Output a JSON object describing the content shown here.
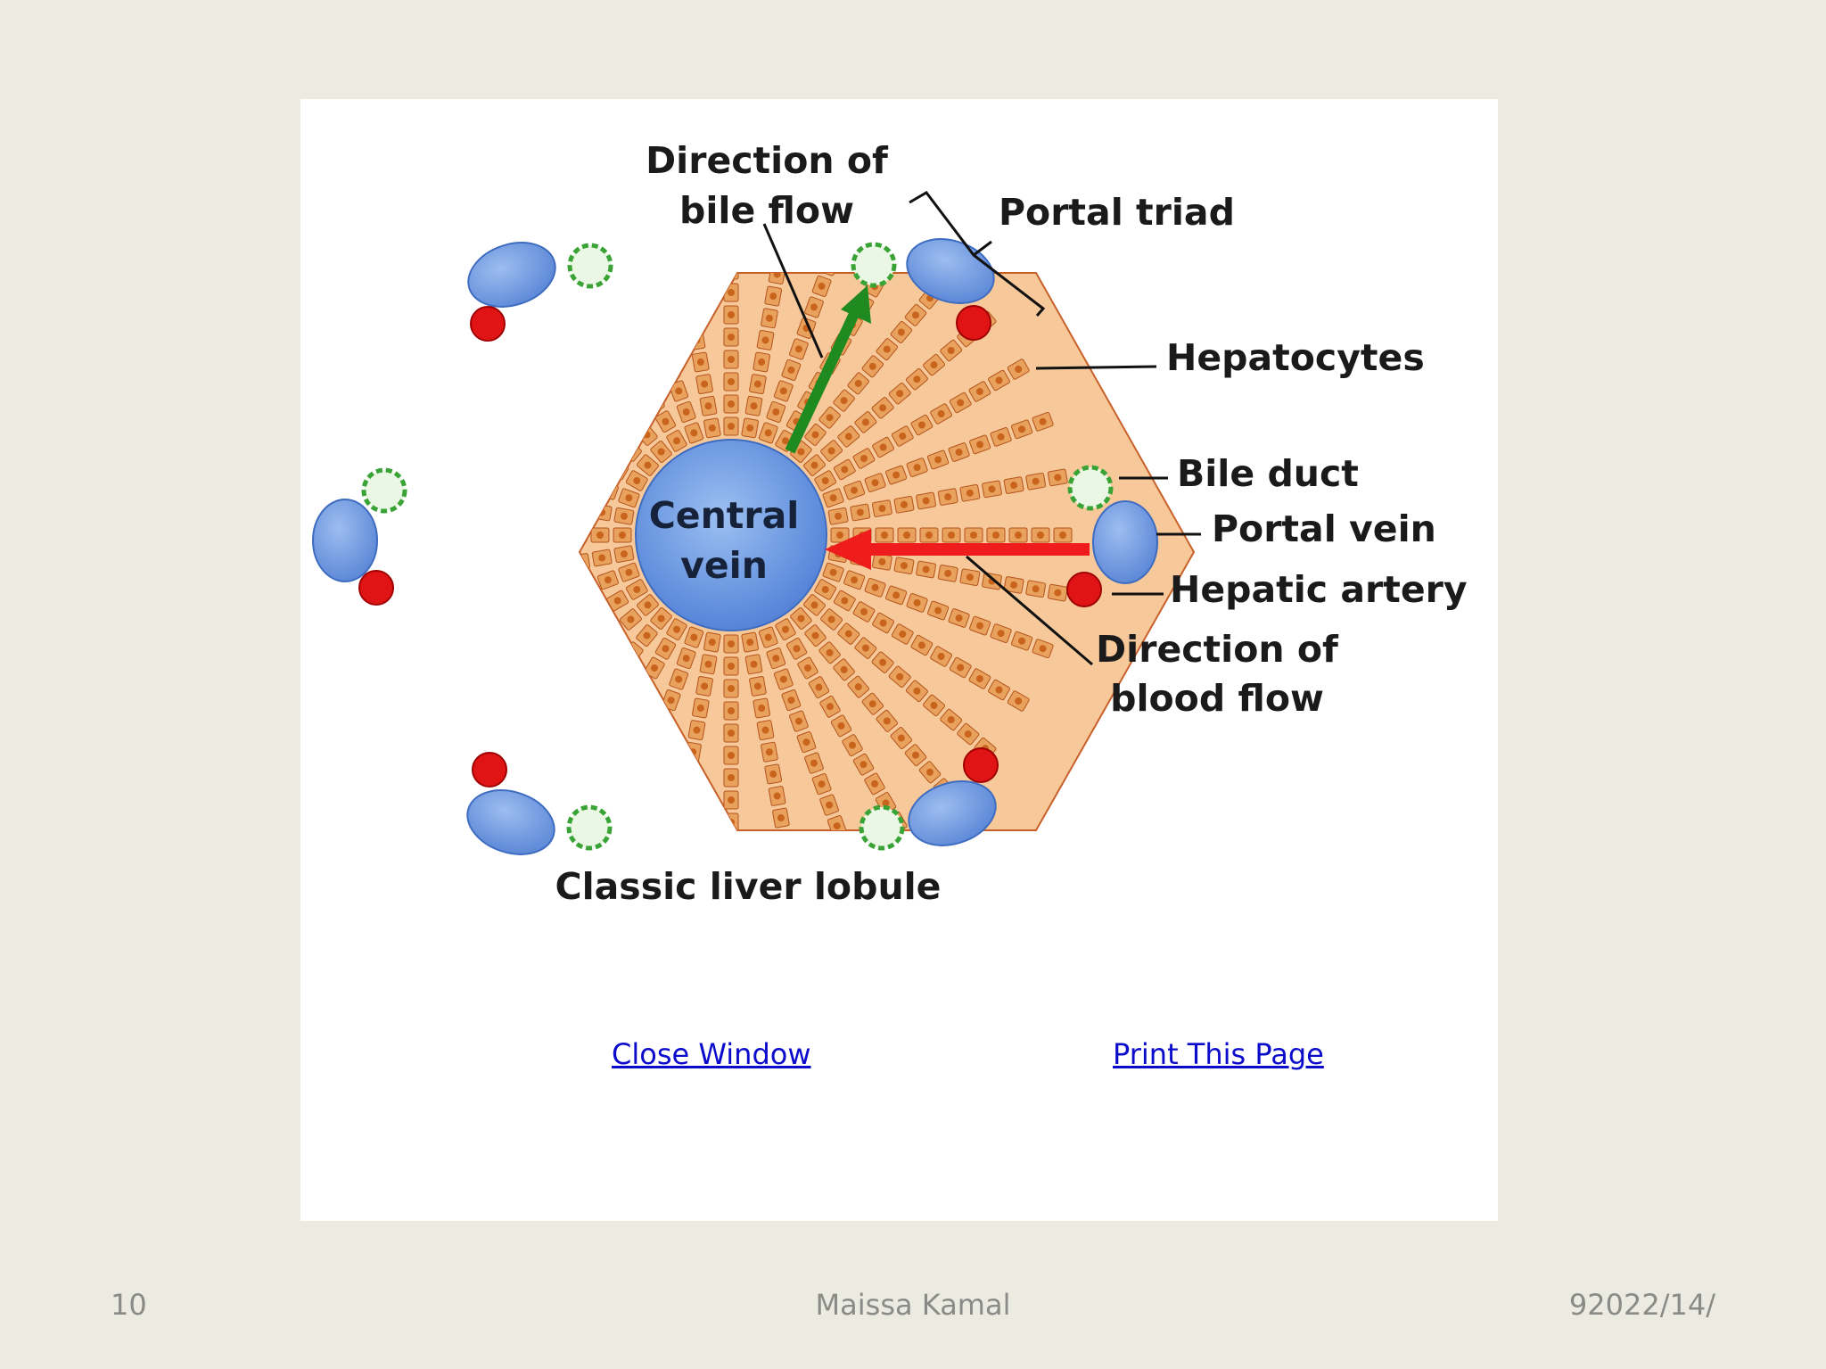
{
  "slide": {
    "page_number": "10",
    "author": "Maissa Kamal",
    "date": "92022/14/"
  },
  "diagram": {
    "caption": "Classic liver lobule",
    "labels": {
      "bile_flow_line1": "Direction of",
      "bile_flow_line2": "bile flow",
      "portal_triad": "Portal triad",
      "hepatocytes": "Hepatocytes",
      "bile_duct": "Bile duct",
      "portal_vein": "Portal vein",
      "hepatic_artery": "Hepatic artery",
      "blood_flow_line1": "Direction of",
      "blood_flow_line2": "blood flow",
      "central_vein_line1": "Central",
      "central_vein_line2": "vein"
    },
    "colors": {
      "hepatocyte_fill": "#e8a25e",
      "hepatocyte_nucleus": "#c9641c",
      "plate_background": "#f6c89a",
      "portal_vein": "#6f9be0",
      "hepatic_artery": "#e01414",
      "bile_duct": "#3aa336",
      "bile_flow_arrow": "#1f8a1f",
      "blood_flow_arrow": "#ee1c1c"
    }
  },
  "links": {
    "close": "Close Window",
    "print": "Print This Page"
  }
}
